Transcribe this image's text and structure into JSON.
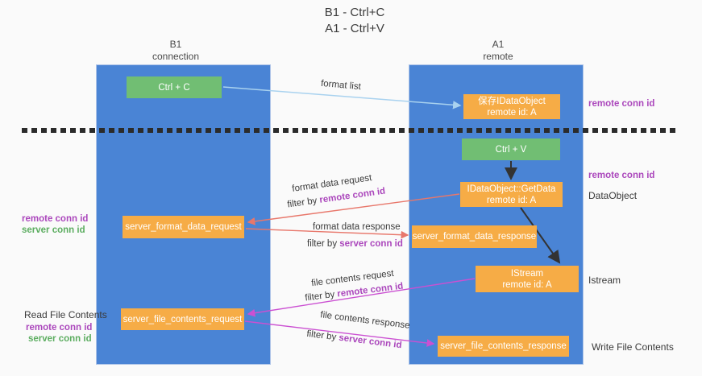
{
  "colors": {
    "bg": "#fafafa",
    "column-blue": "#4a84d5",
    "box-green": "#71be73",
    "box-orange": "#f6ac46",
    "purple": "#ab47bc",
    "green-text": "#5cad60",
    "arrow-blue": "#a9d2ef",
    "arrow-salmon": "#e8776b",
    "arrow-magenta": "#cb50d2",
    "arrow-black": "#333333",
    "text-dark": "#3c3c3c"
  },
  "title": {
    "line1": "B1 - Ctrl+C",
    "line2": "A1 - Ctrl+V"
  },
  "lifelines": {
    "left": {
      "name": "B1",
      "role": "connection"
    },
    "right": {
      "name": "A1",
      "role": "remote"
    }
  },
  "nodes": {
    "ctrl_c": "Ctrl + C",
    "ctrl_v": "Ctrl + V",
    "save_dataobject_line1": "保存IDataObject",
    "save_dataobject_line2": "remote id: A",
    "getdata_line1": "IDataObject::GetData",
    "getdata_line2": "remote id: A",
    "istream_line1": "IStream",
    "istream_line2": "remote id: A",
    "format_request": "server_format_data_request",
    "format_response": "server_format_data_response",
    "file_request": "server_file_contents_request",
    "file_response": "server_file_contents_response"
  },
  "flows": {
    "format_list": "format list",
    "format_request": {
      "title": "format data request",
      "filter_prefix": "filter by ",
      "filter_key": "remote conn id"
    },
    "format_response": {
      "title": "format data response",
      "filter_prefix": "filter by ",
      "filter_key": "server conn id"
    },
    "file_request": {
      "title": "file contents request",
      "filter_prefix": "filter by ",
      "filter_key": "remote conn id"
    },
    "file_response": {
      "title": "file contents response",
      "filter_prefix": "filter by ",
      "filter_key": "server conn id"
    }
  },
  "annotations": {
    "right_top_remote": "remote conn id",
    "right_mid_remote": "remote conn id",
    "right_dataobject": "DataObject",
    "right_istream": "Istream",
    "right_write_file": "Write File Contents",
    "left_mid_remote": "remote conn id",
    "left_mid_server": "server conn id",
    "left_read_file": "Read File Contents",
    "left_bottom_remote": "remote conn id",
    "left_bottom_server": "server conn id"
  }
}
